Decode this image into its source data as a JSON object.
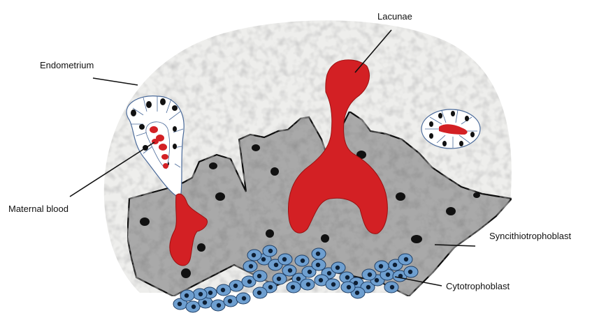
{
  "labels": {
    "lacunae": "Lacunae",
    "endometrium": "Endometrium",
    "maternal_blood": "Maternal blood",
    "syncytiotrophoblast": "Syncithiotrophoblast",
    "cytotrophoblast": "Cytotrophoblast"
  },
  "colors": {
    "endometrium_fill": "#eeeeec",
    "syncytio_fill": "#a9a9a9",
    "blood_red": "#d32024",
    "cyto_blue": "#6e9fd0",
    "outline": "#111111",
    "nucleus": "#111111"
  }
}
